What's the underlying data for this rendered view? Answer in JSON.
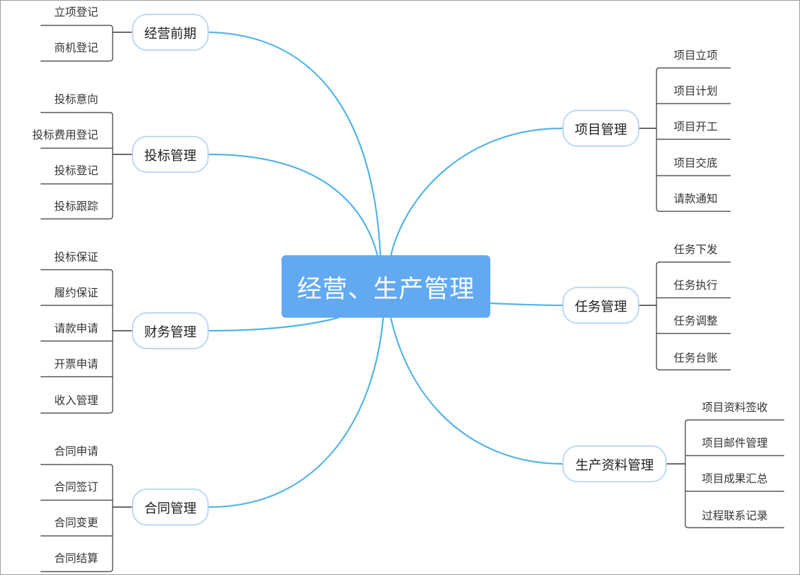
{
  "central": {
    "label": "经营、生产管理"
  },
  "left_branches": [
    {
      "label": "经营前期",
      "children": [
        "立项登记",
        "商机登记"
      ]
    },
    {
      "label": "投标管理",
      "children": [
        "投标意向",
        "投标费用登记",
        "投标登记",
        "投标跟踪"
      ]
    },
    {
      "label": "财务管理",
      "children": [
        "投标保证",
        "履约保证",
        "请款申请",
        "开票申请",
        "收入管理"
      ]
    },
    {
      "label": "合同管理",
      "children": [
        "合同申请",
        "合同签订",
        "合同变更",
        "合同结算"
      ]
    }
  ],
  "right_branches": [
    {
      "label": "项目管理",
      "children": [
        "项目立项",
        "项目计划",
        "项目开工",
        "项目交底",
        "请款通知"
      ]
    },
    {
      "label": "任务管理",
      "children": [
        "任务下发",
        "任务执行",
        "任务调整",
        "任务台账"
      ]
    },
    {
      "label": "生产资料管理",
      "children": [
        "项目资料签收",
        "项目邮件管理",
        "项目成果汇总",
        "过程联系记录"
      ]
    }
  ],
  "colors": {
    "central_fill": "#62a9f2",
    "curve": "#4fb3e6",
    "branch_border": "#bcd8f3",
    "leaf_line": "#333333"
  }
}
